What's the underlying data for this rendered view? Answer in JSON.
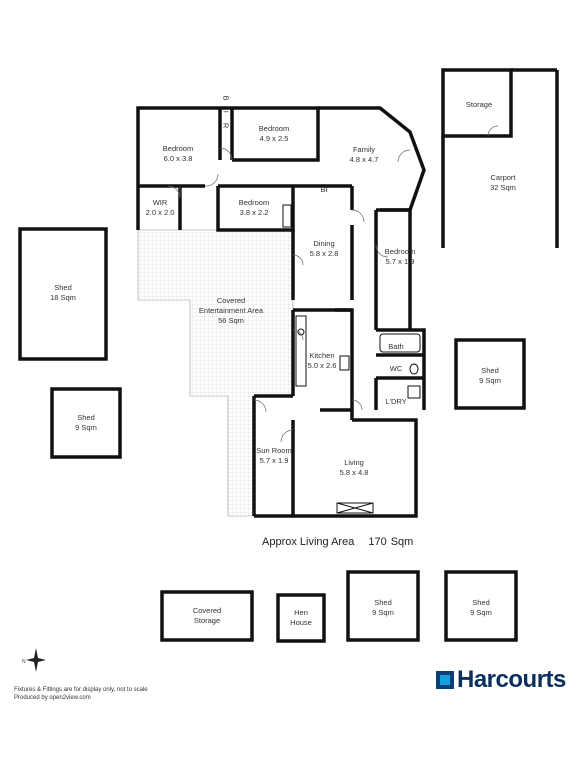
{
  "rooms": {
    "bedroom1": {
      "name": "Bedroom",
      "size": "6.0 x 3.8"
    },
    "bedroom2": {
      "name": "Bedroom",
      "size": "4.9 x 2.5"
    },
    "bir": {
      "name": "B I R"
    },
    "family": {
      "name": "Family",
      "size": "4.8 x 4.7"
    },
    "wir": {
      "name": "WIR",
      "size": "2.0 x 2.0"
    },
    "bedroom3": {
      "name": "Bedroom",
      "size": "3.8 x 2.2"
    },
    "bi": {
      "name": "BI"
    },
    "dining": {
      "name": "Dining",
      "size": "5.8 x 2.8"
    },
    "bedroom4": {
      "name": "Bedroom",
      "size": "5.7 x 1.9"
    },
    "covered_area": {
      "name": "Covered",
      "name2": "Entertainment Area",
      "size": "56 Sqm"
    },
    "kitchen": {
      "name": "Kitchen",
      "size": "5.0 x 2.6"
    },
    "bath": {
      "name": "Bath"
    },
    "wc": {
      "name": "WC"
    },
    "ldry": {
      "name": "L'DRY"
    },
    "sun_room": {
      "name": "Sun Room",
      "size": "5.7 x 1.9"
    },
    "living": {
      "name": "Living",
      "size": "5.8 x 4.8"
    },
    "storage": {
      "name": "Storage"
    },
    "carport": {
      "name": "Carport",
      "size": "32 Sqm"
    },
    "shed_large": {
      "name": "Shed",
      "size": "18 Sqm"
    },
    "shed_left": {
      "name": "Shed",
      "size": "9 Sqm"
    },
    "shed_right": {
      "name": "Shed",
      "size": "9 Sqm"
    },
    "covered_storage": {
      "name": "Covered",
      "name2": "Storage"
    },
    "hen_house": {
      "name": "Hen",
      "name2": "House"
    },
    "shed_bottom1": {
      "name": "Shed",
      "size": "9 Sqm"
    },
    "shed_bottom2": {
      "name": "Shed",
      "size": "9 Sqm"
    }
  },
  "living_area": {
    "label": "Approx Living Area",
    "value": "170",
    "unit": "Sqm"
  },
  "disclaimer": {
    "line1": "Fixtures & Fittings are for display only, not to scale",
    "line2": "Produced by open2view.com"
  },
  "brand": {
    "name": "Harcourts"
  },
  "compass": {
    "north_label": "N"
  }
}
